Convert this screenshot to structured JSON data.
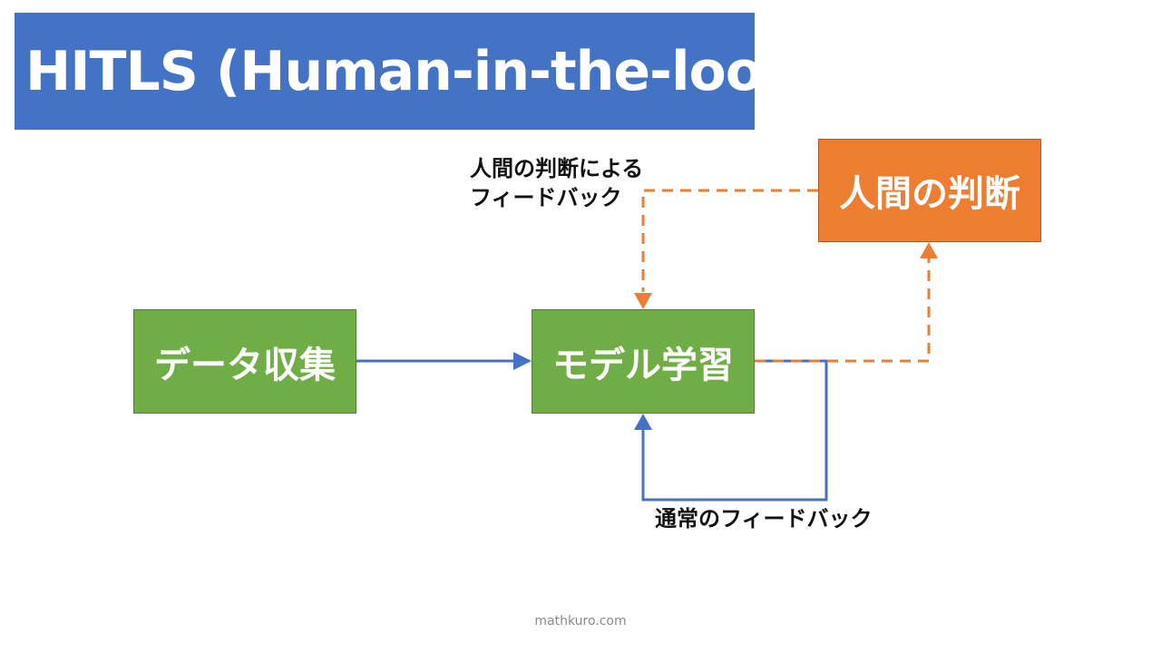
{
  "title": "HITLS (Human-in-the-loop)",
  "nodes": {
    "data_collection": "データ収集",
    "model_training": "モデル学習",
    "human_judgment": "人間の判断"
  },
  "labels": {
    "human_feedback_line1": "人間の判断による",
    "human_feedback_line2": "フィードバック",
    "normal_feedback": "通常のフィードバック"
  },
  "footer": "mathkuro.com",
  "colors": {
    "title_bg": "#4472c4",
    "node_green": "#70ad47",
    "node_orange": "#ed7d31",
    "arrow_blue": "#4472c4",
    "arrow_orange": "#ed7d31"
  }
}
